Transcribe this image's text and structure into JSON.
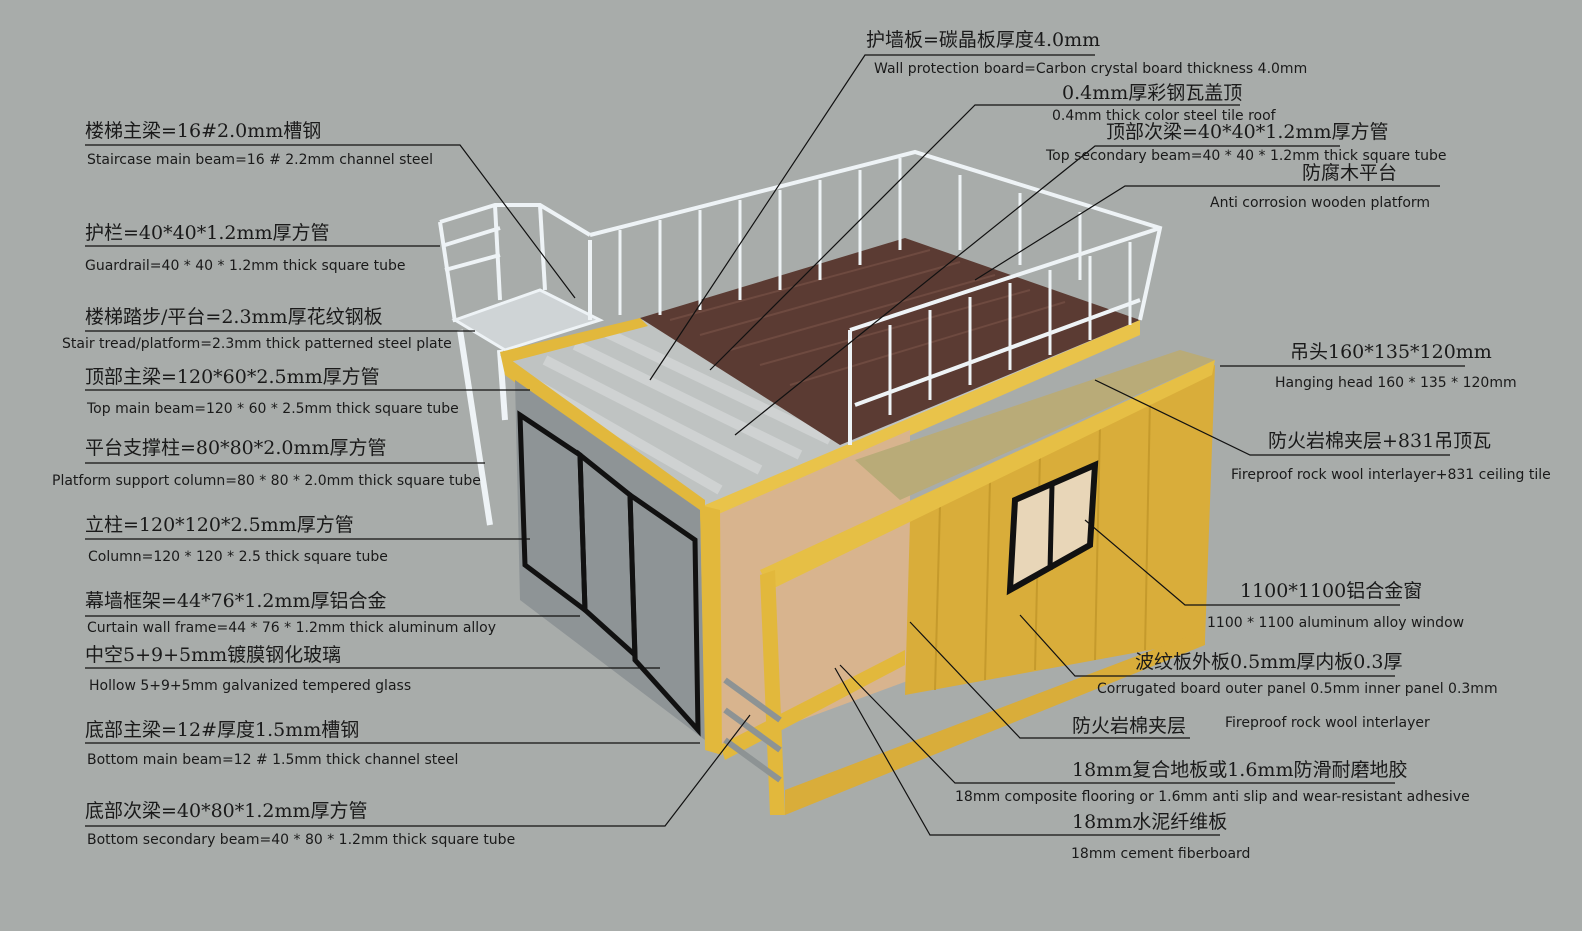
{
  "labels_left": [
    {
      "cn": "楼梯主梁=16#2.0mm槽钢",
      "en": "Staircase main beam=16 # 2.2mm channel steel"
    },
    {
      "cn": "护栏=40*40*1.2mm厚方管",
      "en": "Guardrail=40 * 40 * 1.2mm thick square tube"
    },
    {
      "cn": "楼梯踏步/平台=2.3mm厚花纹钢板",
      "en": "Stair tread/platform=2.3mm thick patterned steel plate"
    },
    {
      "cn": "顶部主梁=120*60*2.5mm厚方管",
      "en": "Top main beam=120 * 60 * 2.5mm thick square tube"
    },
    {
      "cn": "平台支撑柱=80*80*2.0mm厚方管",
      "en": "Platform support column=80 * 80 * 2.0mm thick square tube"
    },
    {
      "cn": "立柱=120*120*2.5mm厚方管",
      "en": "Column=120 * 120 * 2.5 thick square tube"
    },
    {
      "cn": "幕墙框架=44*76*1.2mm厚铝合金",
      "en": "Curtain wall frame=44 * 76 * 1.2mm thick aluminum alloy"
    },
    {
      "cn": "中空5+9+5mm镀膜钢化玻璃",
      "en": "Hollow 5+9+5mm galvanized tempered glass"
    },
    {
      "cn": "底部主梁=12#厚度1.5mm槽钢",
      "en": "Bottom main beam=12 # 1.5mm thick channel steel"
    },
    {
      "cn": "底部次梁=40*80*1.2mm厚方管",
      "en": "Bottom secondary beam=40 * 80 * 1.2mm thick square tube"
    }
  ],
  "labels_right": [
    {
      "cn": "护墙板=碳晶板厚度4.0mm",
      "en": "Wall protection board=Carbon crystal board thickness 4.0mm"
    },
    {
      "cn": "0.4mm厚彩钢瓦盖顶",
      "en": "0.4mm thick color steel tile roof"
    },
    {
      "cn": "顶部次梁=40*40*1.2mm厚方管",
      "en": "Top secondary beam=40 * 40 * 1.2mm thick square tube"
    },
    {
      "cn": "防腐木平台",
      "en": "Anti corrosion wooden platform"
    },
    {
      "cn": "吊头160*135*120mm",
      "en": "Hanging head 160 * 135 * 120mm"
    },
    {
      "cn": "防火岩棉夹层+831吊顶瓦",
      "en": "Fireproof rock wool interlayer+831 ceiling tile"
    },
    {
      "cn": "1100*1100铝合金窗",
      "en": "1100 * 1100 aluminum alloy window"
    },
    {
      "cn": "波纹板外板0.5mm厚内板0.3厚",
      "en": "Corrugated board outer panel 0.5mm inner panel 0.3mm"
    },
    {
      "cn": "防火岩棉夹层",
      "en": "Fireproof rock wool interlayer"
    },
    {
      "cn": "18mm复合地板或1.6mm防滑耐磨地胶",
      "en": "18mm composite flooring or 1.6mm anti slip and wear-resistant adhesive"
    },
    {
      "cn": "18mm水泥纤维板",
      "en": "18mm cement fiberboard"
    }
  ],
  "colors": {
    "background": "#a8acaa",
    "frame": "#e2b83c",
    "wall": "#d9ad3a",
    "deck": "#5b3b33",
    "rail": "#e9f0f5",
    "floor": "#d8b48e",
    "wool": "#b9ab78"
  }
}
